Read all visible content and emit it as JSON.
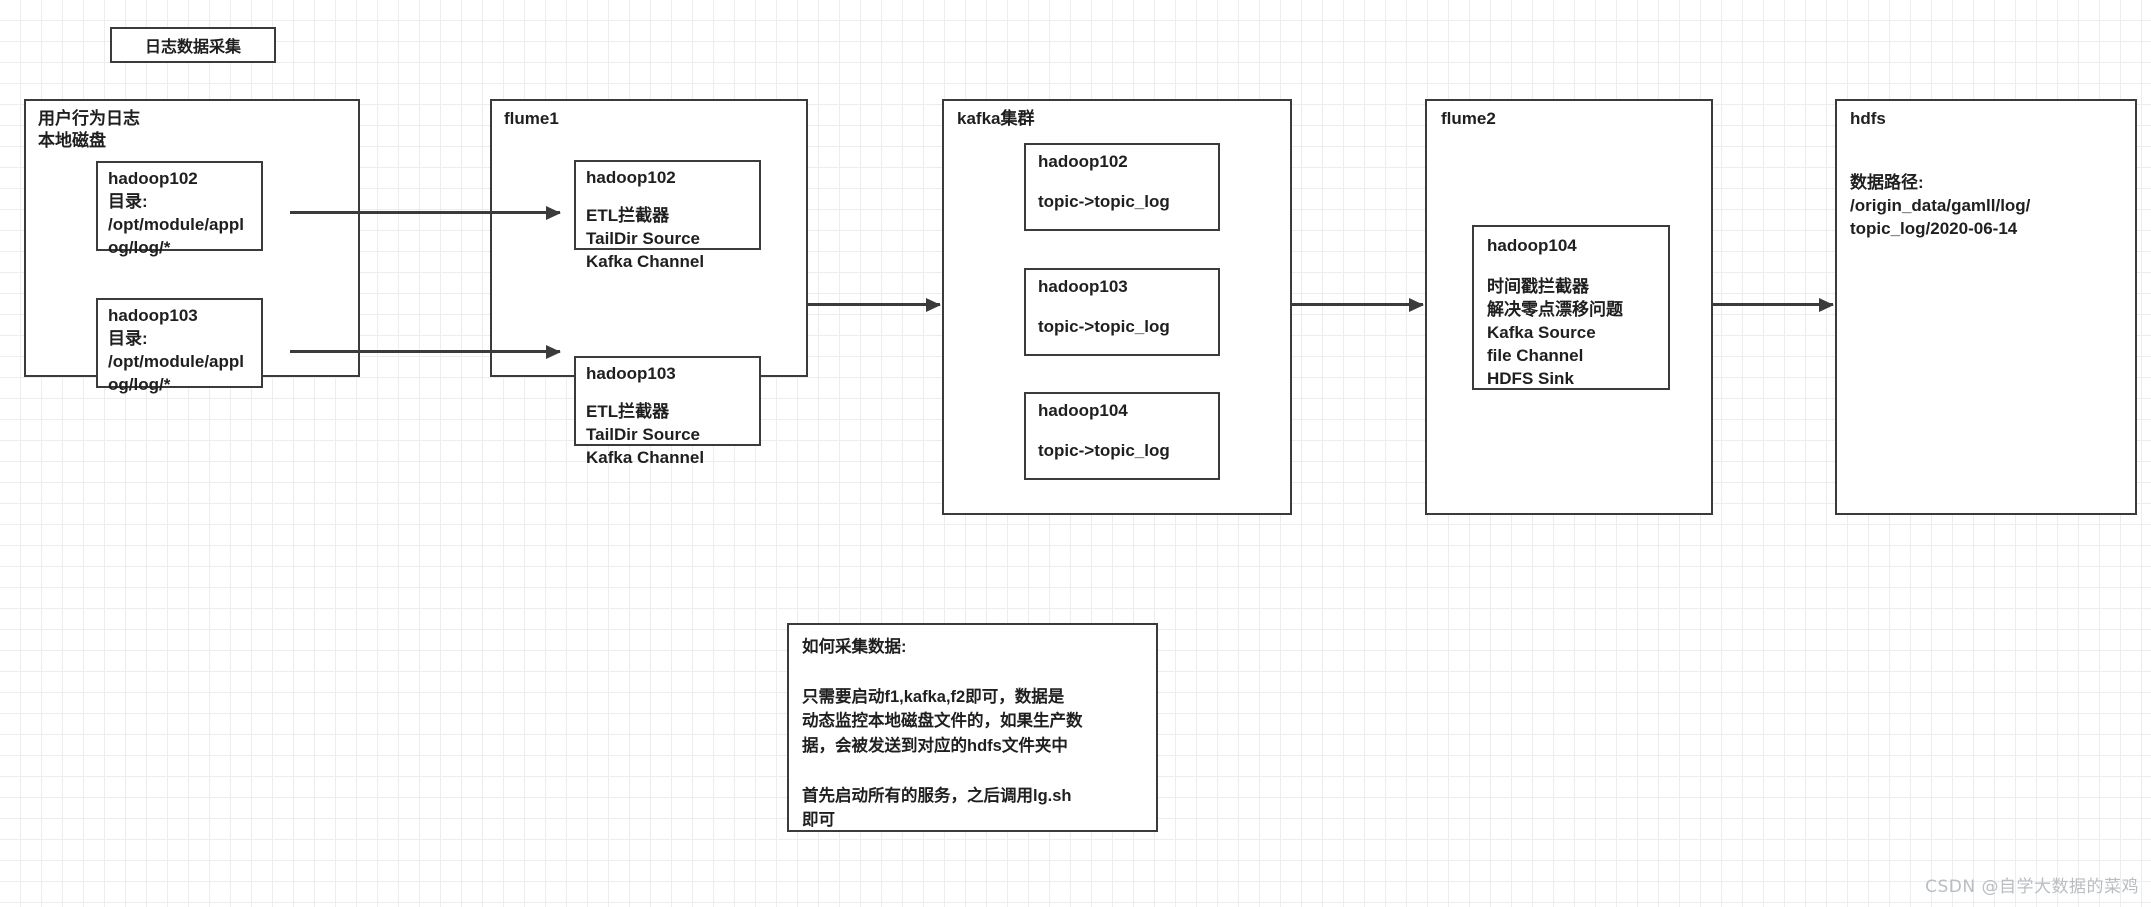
{
  "diagram": {
    "title_chip": "日志数据采集",
    "watermark": "CSDN @自学大数据的菜鸡",
    "colors": {
      "stroke": "#3b3b3b",
      "text": "#1f1f1f",
      "background": "#ffffff",
      "grid_minor": "#eceded",
      "grid_major": "#e2e4e4",
      "watermark": "#b9bec4"
    }
  },
  "stages": {
    "source": {
      "title": "用户行为日志\n本地磁盘",
      "nodes": [
        {
          "name": "hadoop102",
          "detail": "目录:\n/opt/module/appl\nog/log/*"
        },
        {
          "name": "hadoop103",
          "detail": "目录:\n/opt/module/appl\nog/log/*"
        }
      ]
    },
    "flume1": {
      "title": "flume1",
      "nodes": [
        {
          "name": "hadoop102",
          "detail": "ETL拦截器\nTailDir Source\nKafka Channel"
        },
        {
          "name": "hadoop103",
          "detail": "ETL拦截器\nTailDir Source\nKafka Channel"
        }
      ]
    },
    "kafka": {
      "title": "kafka集群",
      "nodes": [
        {
          "name": "hadoop102",
          "detail": "topic->topic_log"
        },
        {
          "name": "hadoop103",
          "detail": "topic->topic_log"
        },
        {
          "name": "hadoop104",
          "detail": "topic->topic_log"
        }
      ]
    },
    "flume2": {
      "title": "flume2",
      "nodes": [
        {
          "name": "hadoop104",
          "detail": "时间戳拦截器\n解决零点漂移问题\nKafka Source\nfile Channel\nHDFS Sink"
        }
      ]
    },
    "hdfs": {
      "title": "hdfs",
      "detail": "数据路径:\n/origin_data/gamll/log/\ntopic_log/2020-06-14"
    }
  },
  "note": {
    "text": "如何采集数据:\n\n只需要启动f1,kafka,f2即可，数据是\n动态监控本地磁盘文件的，如果生产数\n据，会被发送到对应的hdfs文件夹中\n\n首先启动所有的服务，之后调用lg.sh\n即可"
  }
}
